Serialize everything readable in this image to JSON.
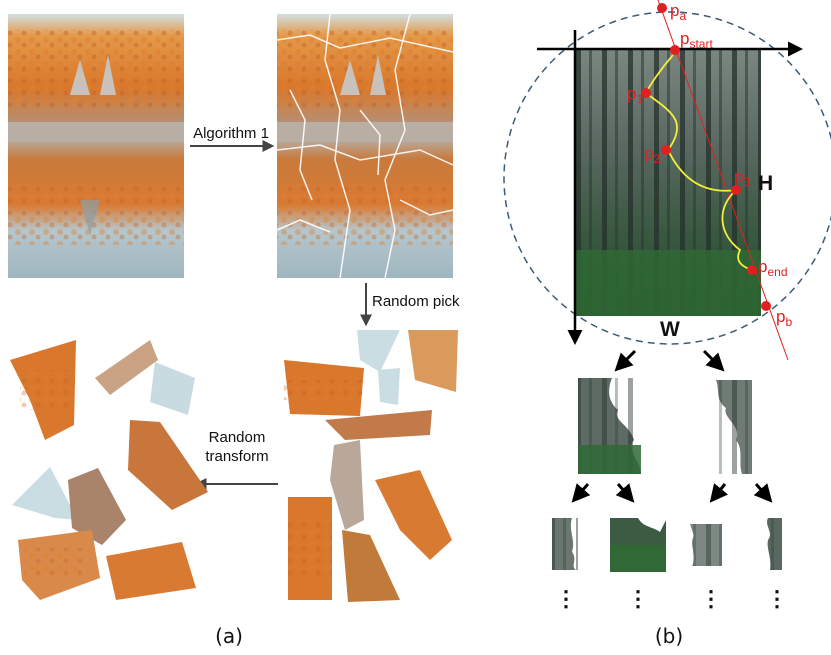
{
  "panel_a": {
    "caption": "(a)",
    "steps": [
      {
        "label": "Algorithm 1"
      },
      {
        "label": "Random pick"
      },
      {
        "label_line1": "Random",
        "label_line2": "transform"
      }
    ]
  },
  "panel_b": {
    "caption": "(b)",
    "height_label": "H",
    "width_label": "W",
    "points": {
      "p_a": {
        "base": "p",
        "sub": "a"
      },
      "p_start": {
        "base": "p",
        "sub": "start"
      },
      "p_1": {
        "base": "p",
        "sub": "1"
      },
      "p_2": {
        "base": "p",
        "sub": "2"
      },
      "p_3": {
        "base": "p",
        "sub": "3"
      },
      "p_end": {
        "base": "p",
        "sub": "end"
      },
      "p_b": {
        "base": "p",
        "sub": "b"
      }
    },
    "ellipsis": "⋮"
  },
  "colors": {
    "autumn_orange": "#d9772c",
    "sky": "#c9dde2",
    "forest_dark": "#2f3a33",
    "forest_green": "#2f6a35",
    "path_yellow": "#f2f03a",
    "red_line": "#e02020",
    "circle_dash": "#3c5a78"
  }
}
